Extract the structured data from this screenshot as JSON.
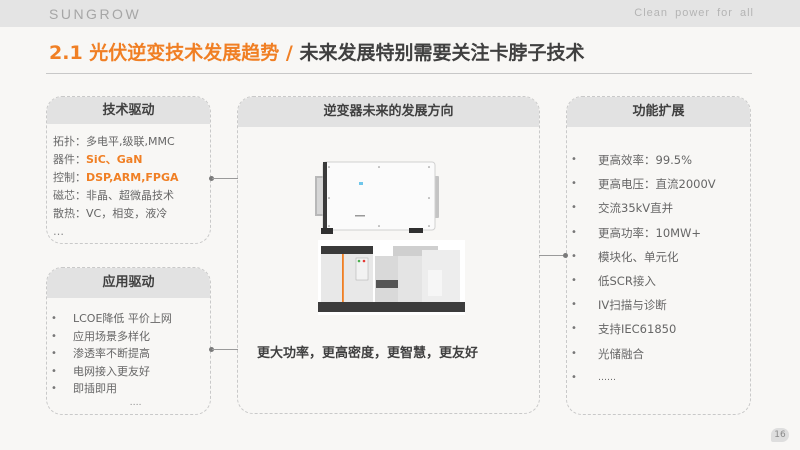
{
  "header": {
    "logo": "SUNGROW",
    "tagline": "Clean power for all"
  },
  "title": {
    "section": "2.1 光伏逆变技术发展趋势",
    "separator": " / ",
    "subtitle": "未来发展特别需要关注卡脖子技术"
  },
  "tech_drivers": {
    "heading": "技术驱动",
    "items": [
      {
        "key": "拓扑：",
        "value": "多电平,级联,MMC",
        "highlight": false
      },
      {
        "key": "器件：",
        "value": "SiC、GaN",
        "highlight": true
      },
      {
        "key": "控制：",
        "value": "DSP,ARM,FPGA",
        "highlight": true
      },
      {
        "key": "磁芯：",
        "value": "非晶、超微晶技术",
        "highlight": false
      },
      {
        "key": "散热：",
        "value": "VC，相变，液冷",
        "highlight": false
      }
    ],
    "more": "…"
  },
  "app_drivers": {
    "heading": "应用驱动",
    "items": [
      "LCOE降低 平价上网",
      "应用场景多样化",
      "渗透率不断提高",
      "电网接入更友好",
      "即插即用"
    ],
    "more": "…."
  },
  "future": {
    "heading": "逆变器未来的发展方向",
    "image1_label": "string-inverter-image",
    "image2_label": "central-inverter-station-image",
    "summary": "更大功率，更高密度，更智慧，更友好"
  },
  "features": {
    "heading": "功能扩展",
    "items": [
      "更高效率：99.5%",
      "更高电压：直流2000V",
      "交流35kV直并",
      "更高功率：10MW+",
      "模块化、单元化",
      "低SCR接入",
      "IV扫描与诊断",
      "支持IEC61850",
      "光储融合",
      "……"
    ]
  },
  "footer": {
    "page_number": "16"
  },
  "colors": {
    "accent": "#f07f24",
    "heading_dark": "#404040",
    "card_header_bg": "#e2e2e2",
    "topbar_bg": "#e4e4e4"
  }
}
